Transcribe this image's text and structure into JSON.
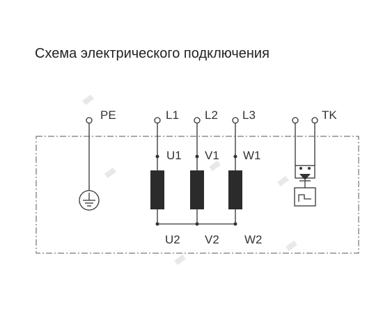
{
  "title": "Схема электрического подключения",
  "terminals": {
    "pe": "PE",
    "l1": "L1",
    "l2": "L2",
    "l3": "L3",
    "tk": "TK"
  },
  "windings": {
    "start": [
      "U1",
      "V1",
      "W1"
    ],
    "end": [
      "U2",
      "V2",
      "W2"
    ]
  },
  "colors": {
    "line": "#333333",
    "coil": "#2b2b2b",
    "frame": "#555555"
  },
  "icons": {
    "ground": "ground-symbol-icon",
    "thermal_contact": "thermal-contact-icon"
  }
}
